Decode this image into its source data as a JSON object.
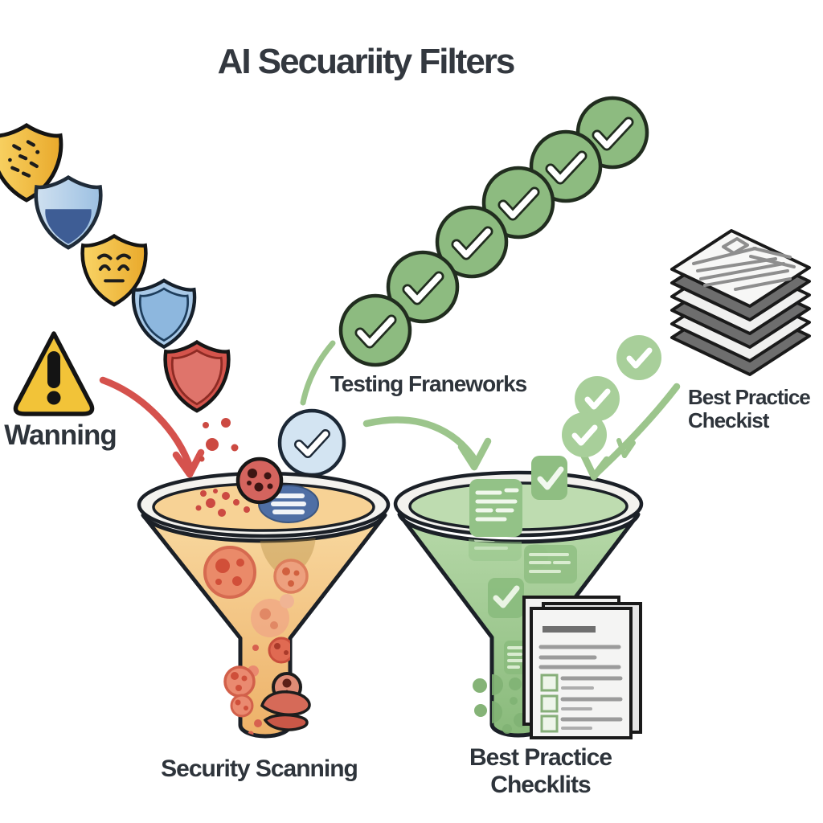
{
  "title": "AI Secuariity Filters",
  "labels": {
    "warning": "Wanning",
    "testing_frameworks": "Testing Franeworks",
    "stack_line1": "Best Practice",
    "stack_line2": "Checkist",
    "security_scanning": "Security Scanning",
    "best_practice_checklists": "Best Practice Checklits"
  },
  "left_flow": {
    "shield_count": 5,
    "shield_styles": [
      "yellow-speckled",
      "blue-filled",
      "yellow-angry",
      "blue-outline",
      "red"
    ]
  },
  "right_flow": {
    "cascade_check_circle_count": 6,
    "falling_check_circle_count": 3,
    "document_stack_layer_count": 6,
    "checklist_page_count": 3,
    "checklist_checkbox_count": 3
  },
  "colors": {
    "background": "#ffffff",
    "text": "#2e343b",
    "yellow_shield": "#f3c23c",
    "blue_shield": "#9fc1e4",
    "red_shield": "#d4544c",
    "warning_yellow": "#f2c338",
    "alert_red": "#d5524d",
    "check_green": "#8dbb80",
    "light_green": "#a8cf9a",
    "info_blue": "#d3e4f2",
    "funnel_orange": "#f2c07e",
    "funnel_green": "#a2cb93",
    "rim_white": "#f4f3ef"
  }
}
